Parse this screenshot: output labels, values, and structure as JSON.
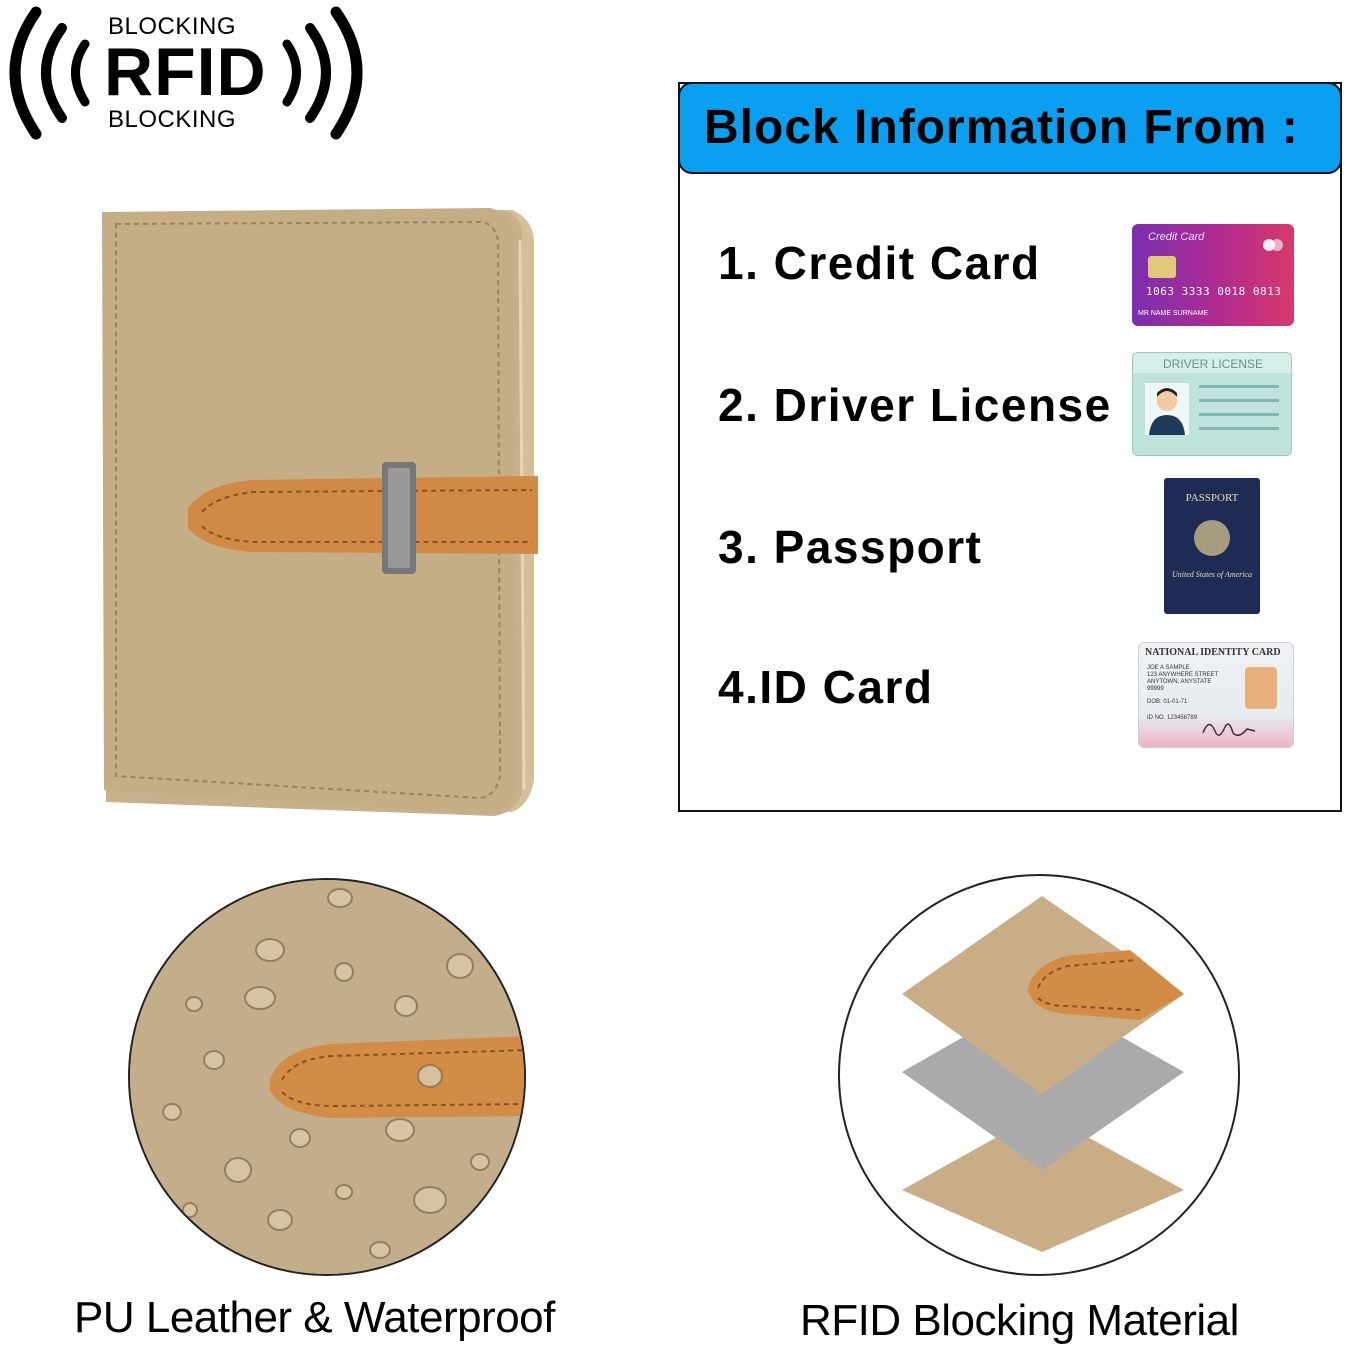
{
  "rfid_logo": {
    "top_text": "BLOCKING",
    "main_text": "RFID",
    "bottom_text": "BLOCKING"
  },
  "info_box": {
    "title": "Block Information From :",
    "header_color": "#0a9ff0",
    "items": [
      {
        "label": "1. Credit Card",
        "icon": "credit-card-icon"
      },
      {
        "label": "2. Driver License",
        "icon": "driver-license-icon"
      },
      {
        "label": "3. Passport",
        "icon": "passport-icon"
      },
      {
        "label": "4.ID Card",
        "icon": "id-card-icon"
      }
    ]
  },
  "credit_card": {
    "label": "Credit Card",
    "number": "1063 3333 0018 0813",
    "holder": "MR NAME SURNAME"
  },
  "driver_license": {
    "header": "DRIVER LICENSE"
  },
  "passport": {
    "title": "PASSPORT",
    "subtitle": "United States of America"
  },
  "id_card": {
    "title": "NATIONAL IDENTITY CARD",
    "name": "JOE A SAMPLE",
    "address1": "123 ANYWHERE STREET",
    "address2": "ANYTOWN, ANYSTATE",
    "zip": "99999",
    "dob": "DOB: 01-01-71",
    "id_no": "ID NO. 123456789"
  },
  "captions": {
    "left": "PU Leather & Waterproof",
    "right": "RFID Blocking Material"
  },
  "colors": {
    "leather": "#c9b08a",
    "strap": "#d48e47",
    "blocking_layer": "#aaaaaa"
  }
}
